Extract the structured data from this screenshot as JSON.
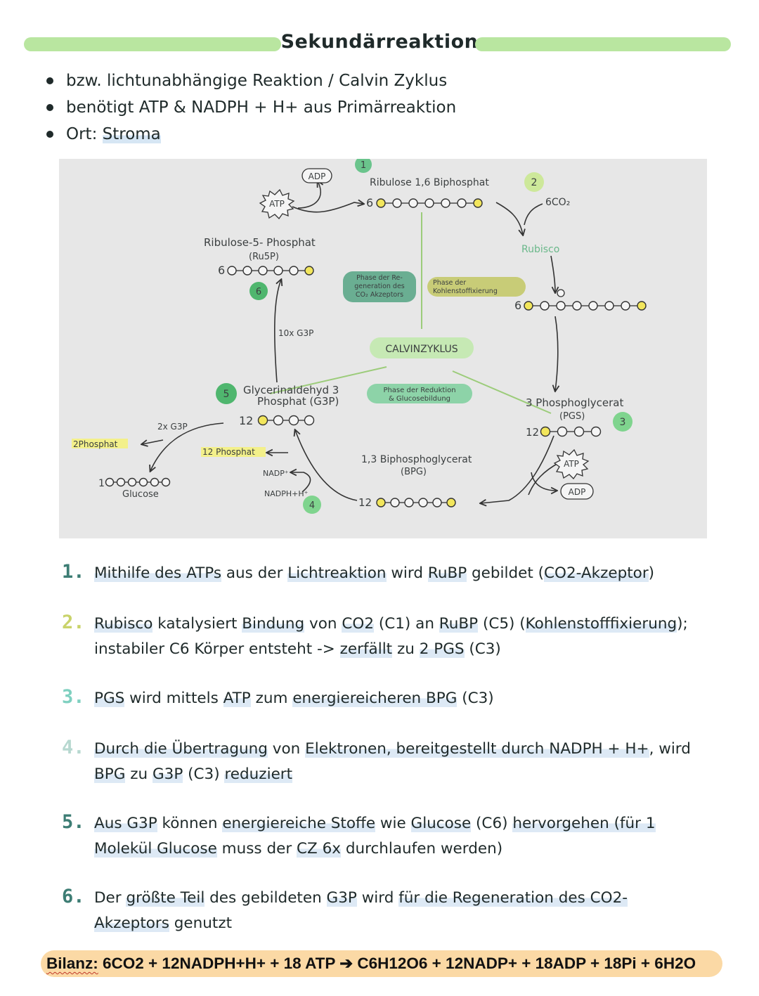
{
  "header": {
    "title": "Sekundärreaktion",
    "bar_color": "#b9e6a0"
  },
  "bullets": [
    "bzw. lichtunabhängige Reaktion / Calvin Zyklus",
    "benötigt ATP & NADPH + H+ aus Primärreaktion",
    {
      "prefix": "Ort: ",
      "highlight": "Stroma"
    }
  ],
  "diagram": {
    "center": "CALVINZYKLUS",
    "phases": {
      "regeneration": [
        "Phase der Re-",
        "generation des",
        "CO₂ Akzeptors"
      ],
      "fixation": [
        "Phase der",
        "Kohlenstoffixierung"
      ],
      "reduction": [
        "Phase der Reduktion",
        "& Glucosebildung"
      ]
    },
    "rubp": {
      "label": "Ribulose 1,6 Biphosphat",
      "count": "6",
      "step": "1"
    },
    "co2": {
      "label": "6CO₂",
      "step": "2"
    },
    "rubisco": "Rubisco",
    "c6": {
      "count": "6"
    },
    "pgs": {
      "line1": "3 Phosphoglycerat",
      "line2": "(PGS)",
      "count": "12",
      "step": "3"
    },
    "bpg": {
      "line1": "1,3 Biphosphoglycerat",
      "line2": "(BPG)",
      "count": "12"
    },
    "g3p": {
      "line1": "Glycerinaldehyd 3",
      "line2": "Phosphat (G3P)",
      "count": "12",
      "step": "5"
    },
    "ru5p": {
      "line1": "Ribulose-5- Phosphat",
      "line2": "(Ru5P)",
      "count": "6",
      "step": "6"
    },
    "labels": {
      "atp_top": "ATP",
      "adp_top": "ADP",
      "atp_right": "ATP",
      "adp_right": "ADP",
      "g3p_10x": "10x G3P",
      "g3p_2x": "2x G3P",
      "zweiphosphat": "2Phosphat",
      "zwoelfphosphat": "12 Phosphat",
      "nadp": "NADP⁺",
      "nadph": "NADPH+H⁺",
      "step4": "4",
      "glucose_count": "1",
      "glucose": "Glucose"
    }
  },
  "steps": [
    {
      "num": "1.",
      "color": "#3d7d74",
      "text": [
        "",
        {
          "h": "Mithilfe des ATPs"
        },
        " aus der ",
        {
          "h": "Lichtreaktion"
        },
        " wird ",
        {
          "h": "RuBP"
        },
        " gebildet (",
        {
          "h": "CO2-Akzeptor"
        },
        ")"
      ]
    },
    {
      "num": "2.",
      "color": "#c9d36a",
      "text": [
        "",
        {
          "h": "Rubisco"
        },
        " katalysiert ",
        {
          "h": "Bindung"
        },
        " von ",
        {
          "h": "CO2"
        },
        " (C1) an ",
        {
          "h": "RuBP"
        },
        " (C5) (",
        {
          "h": "Kohlenstofffixierung"
        },
        "); ",
        {
          "br": true
        },
        "instabiler C6 Körper entsteht -> ",
        {
          "h": "zerfällt"
        },
        " zu ",
        {
          "h": "2 PGS"
        },
        " (C3)"
      ]
    },
    {
      "num": "3.",
      "color": "#7fd0c0",
      "text": [
        "",
        {
          "h": "PGS"
        },
        " wird mittels ",
        {
          "h": "ATP"
        },
        " zum ",
        {
          "h": "energiereicheren BPG"
        },
        " (C3)"
      ]
    },
    {
      "num": "4.",
      "color": "#b7d8d0",
      "text": [
        "",
        {
          "h": "Durch die Übertragung"
        },
        " von ",
        {
          "h": "Elektronen, bereitgestellt durch NADPH + H+"
        },
        ", wird ",
        {
          "br": true
        },
        {
          "h": "BPG"
        },
        " zu ",
        {
          "h": "G3P"
        },
        " (C3) ",
        {
          "h": "reduziert"
        }
      ]
    },
    {
      "num": "5.",
      "color": "#3d7d74",
      "text": [
        "",
        {
          "h": "Aus G3P"
        },
        " können ",
        {
          "h": "energiereiche Stoffe"
        },
        " wie ",
        {
          "h": "Glucose"
        },
        " (C6) ",
        {
          "h": "hervorgehen (für 1"
        },
        {
          "br": true
        },
        {
          "h": "Molekül Glucose"
        },
        " muss der ",
        {
          "h": "CZ 6x"
        },
        " durchlaufen werden)"
      ]
    },
    {
      "num": "6.",
      "color": "#3d7d74",
      "text": [
        "Der ",
        {
          "h": "größte Teil"
        },
        " des gebildeten ",
        {
          "h": "G3P"
        },
        " wird ",
        {
          "h": "für die Regeneration des CO2-"
        },
        {
          "br": true
        },
        {
          "h": "Akzeptors"
        },
        " genutzt"
      ]
    }
  ],
  "bilanz": {
    "label": "Bilanz:",
    "text": " 6CO2 + 12NADPH+H+ + 18 ATP ➔ C6H12O6 + 12NADP+ + 18ADP + 18Pi + 6H2O"
  }
}
